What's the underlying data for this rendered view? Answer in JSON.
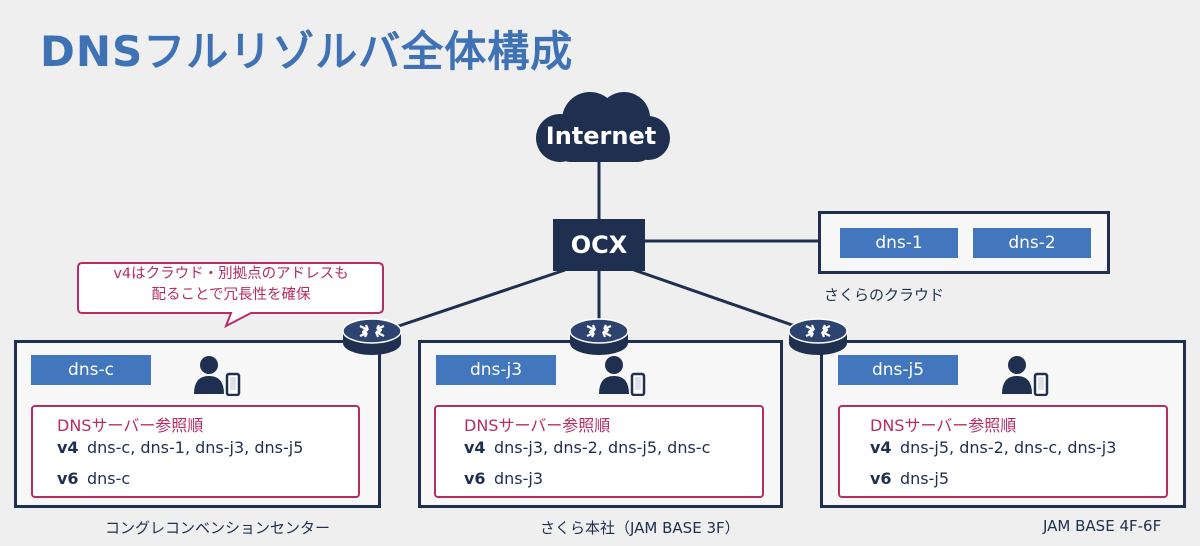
{
  "title": "DNSフルリゾルバ全体構成",
  "internet": {
    "label": "Internet"
  },
  "ocx": {
    "label": "OCX"
  },
  "cloud_site": {
    "caption": "さくらのクラウド",
    "servers": [
      "dns-1",
      "dns-2"
    ]
  },
  "callout": {
    "line1": "v4はクラウド・別拠点のアドレスも",
    "line2": "配ることで冗長性を確保"
  },
  "sites": [
    {
      "caption": "コングレコンベンションセンター",
      "server": "dns-c",
      "order_title": "DNSサーバー参照順",
      "v4_label": "v4",
      "v4": "dns-c, dns-1, dns-j3, dns-j5",
      "v6_label": "v6",
      "v6": "dns-c"
    },
    {
      "caption": "さくら本社（JAM BASE 3F）",
      "server": "dns-j3",
      "order_title": "DNSサーバー参照順",
      "v4_label": "v4",
      "v4": "dns-j3, dns-2, dns-j5, dns-c",
      "v6_label": "v6",
      "v6": "dns-j3"
    },
    {
      "caption": "JAM BASE 4F-6F",
      "server": "dns-j5",
      "order_title": "DNSサーバー参照順",
      "v4_label": "v4",
      "v4": "dns-j5, dns-2, dns-c, dns-j3",
      "v6_label": "v6",
      "v6": "dns-j5"
    }
  ],
  "colors": {
    "title": "#3e72b4",
    "navy": "#1e2f4f",
    "server_tag": "#4276bd",
    "accent": "#b72d63",
    "background": "#efefef"
  },
  "icons": [
    "cloud-icon",
    "router-icon",
    "user-with-phone-icon"
  ]
}
